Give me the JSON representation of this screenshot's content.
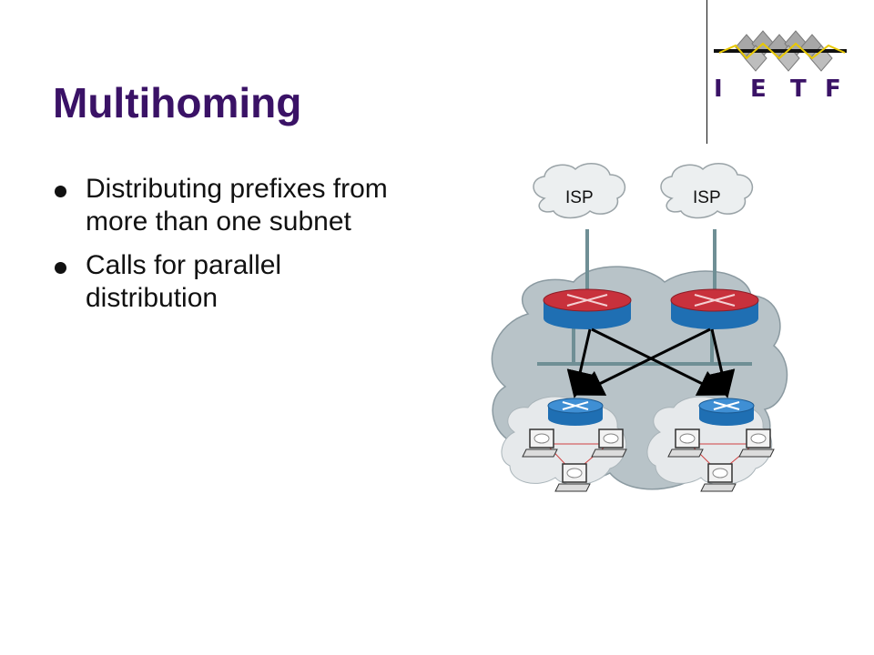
{
  "slide": {
    "title": "Multihoming",
    "bullets": [
      "Distributing prefixes from more than one subnet",
      "Calls for parallel distribution"
    ]
  },
  "logo": {
    "letters": [
      "I",
      "E",
      "T",
      "F"
    ],
    "accent": "#3a1266",
    "line_color": "#e8c800"
  },
  "diagram": {
    "isp_labels": [
      "ISP",
      "ISP"
    ],
    "router_color": "#1f6fb3",
    "router_top_color": "#c8313c",
    "cloud_color": "#b8c3c8"
  }
}
